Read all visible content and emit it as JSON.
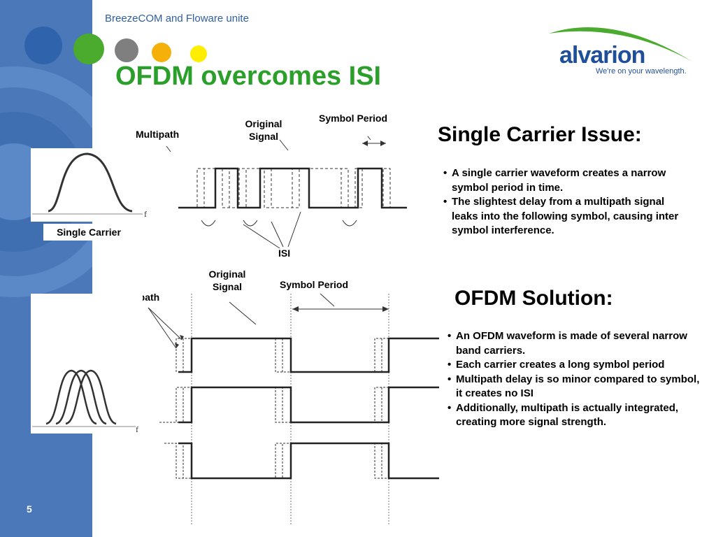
{
  "header": {
    "brand": "BreezeCOM and Floware unite"
  },
  "logo": {
    "name": "alvarion",
    "tagline": "We're on your wavelength."
  },
  "slide": {
    "title": "OFDM overcomes ISI",
    "page_number": "5"
  },
  "top_diagram": {
    "multipath_label": "Multipath",
    "original_signal_label": "Original Signal",
    "symbol_period_label": "Symbol Period",
    "isi_label": "ISI",
    "single_carrier_label": "Single Carrier",
    "axis_label": "f"
  },
  "bottom_diagram": {
    "multipath_label": "Multipath",
    "original_signal_label": "Original Signal",
    "symbol_period_label": "Symbol Period",
    "axis_label": "f"
  },
  "single_carrier_issue": {
    "heading": "Single Carrier Issue:",
    "bullets": [
      "A single carrier waveform creates a narrow symbol period in time.",
      "The slightest delay from a multipath signal leaks into the following symbol, causing inter symbol interference."
    ]
  },
  "ofdm_solution": {
    "heading": "OFDM Solution:",
    "bullets": [
      "An OFDM waveform is made of several narrow band carriers.",
      "Each carrier creates a long symbol period",
      "Multipath delay is so minor compared to symbol, it creates no ISI",
      "Additionally, multipath is actually integrated, creating more signal strength."
    ]
  },
  "colors": {
    "sidebar": "#4a78b8",
    "title_green": "#2aa02a",
    "brand_blue": "#1f4f9a",
    "dot_blue": "#2f63ac",
    "dot_green": "#4aab2e",
    "dot_gray": "#7f7f7f",
    "dot_orange": "#f5b00a",
    "dot_yellow": "#ffee00"
  }
}
